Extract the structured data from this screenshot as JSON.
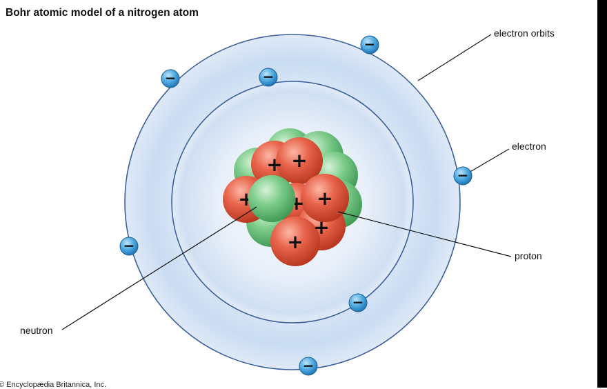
{
  "title": "Bohr atomic model of a nitrogen atom",
  "labels": {
    "electron_orbits": "electron orbits",
    "electron": "electron",
    "proton": "proton",
    "neutron": "neutron"
  },
  "copyright": "© Encyclopædia Britannica, Inc.",
  "symbols": {
    "electron_sign": "−",
    "proton_sign": "+"
  },
  "colors": {
    "orbit_stroke": "#3b5f9c",
    "orbit_fill": "#dbe8f6",
    "electron": "#3fa0dc",
    "proton": "#e0533c",
    "neutron": "#66c07a"
  }
}
